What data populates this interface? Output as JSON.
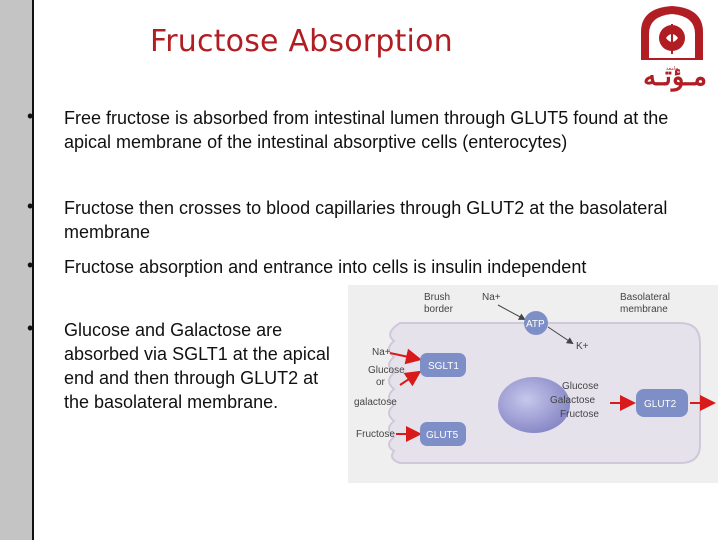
{
  "title": "Fructose Absorption",
  "logo": {
    "text": "مـؤتـه",
    "small_text": "جامعة"
  },
  "bullets": [
    {
      "symbol": "•",
      "text": "Free fructose is absorbed from intestinal lumen through GLUT5 found at the apical membrane of the intestinal absorptive cells (enterocytes)"
    },
    {
      "symbol": "•",
      "text": "Fructose then crosses to blood capillaries through GLUT2 at the basolateral membrane"
    },
    {
      "symbol": "•",
      "text": "Fructose absorption and entrance into cells is insulin independent"
    },
    {
      "symbol": "•",
      "text": "Glucose and Galactose are absorbed via SGLT1 at the apical end and then through GLUT2 at the basolateral membrane."
    }
  ],
  "diagram": {
    "brush_border": [
      "Brush",
      "border"
    ],
    "basolateral": [
      "Basolateral",
      "membrane"
    ],
    "na_top": "Na+",
    "atp": "ATP",
    "k_plus": "K+",
    "na_left": "Na+",
    "glucose_or": [
      "Glucose",
      "or",
      "galactose"
    ],
    "fructose_left": "Fructose",
    "sglt1": "SGLT1",
    "glut5": "GLUT5",
    "center": [
      "Glucose",
      "Galactose",
      "Fructose"
    ],
    "glut2": "GLUT2",
    "colors": {
      "arrow": "#d91a1a",
      "transporter": "#7d8fc6",
      "cell": "#e4e1ea",
      "nucleus": "#9a9ad0"
    }
  }
}
